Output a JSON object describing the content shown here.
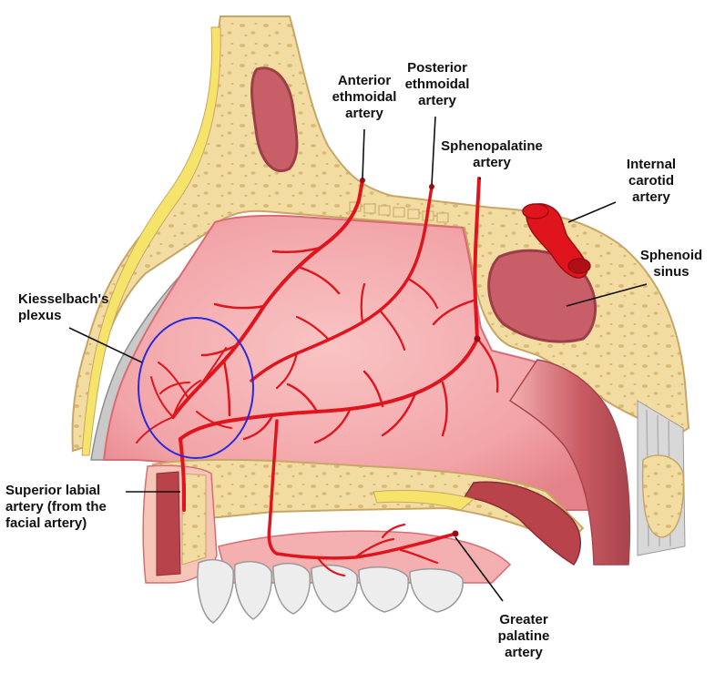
{
  "labels": {
    "anterior_ethmoidal": "Anterior\nethmoidal\nartery",
    "posterior_ethmoidal": "Posterior\nethmoidal\nartery",
    "sphenopalatine": "Sphenopalatine\nartery",
    "internal_carotid": "Internal\ncarotid\nartery",
    "sphenoid_sinus": "Sphenoid\nsinus",
    "kiesselbach": "Kiesselbach's\nplexus",
    "superior_labial": "Superior labial\nartery (from the\nfacial artery)",
    "greater_palatine": "Greater\npalatine\nartery"
  },
  "colors": {
    "artery": "#e0141c",
    "mucosa": "#f2a4a8",
    "bone": "#f3dca2",
    "bone_edge": "#c7a666",
    "fat": "#f5e36a",
    "cartilage": "#c9c9c9",
    "muscle": "#b8434a",
    "circle": "#2a2adc"
  }
}
